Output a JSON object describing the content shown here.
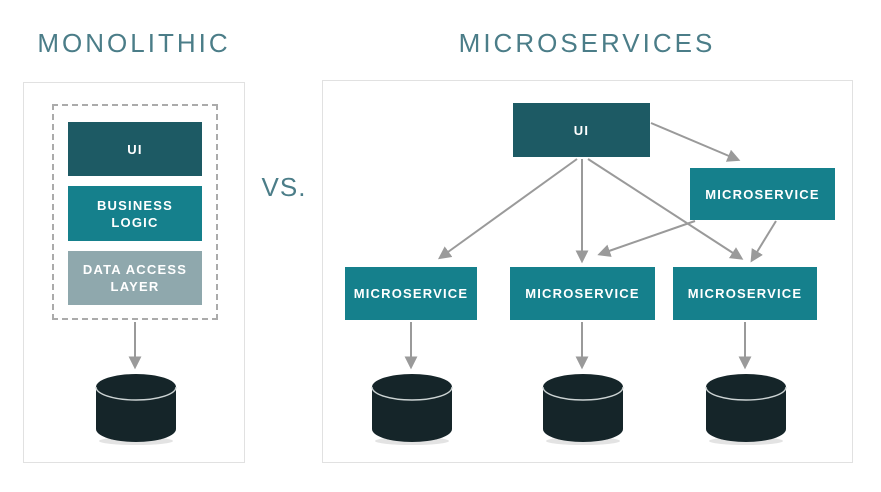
{
  "titles": {
    "left": "MONOLITHIC",
    "right": "MICROSERVICES",
    "versus": "VS."
  },
  "monolithic": {
    "layers": [
      {
        "label": "UI"
      },
      {
        "label": "BUSINESS\nLOGIC"
      },
      {
        "label": "DATA ACCESS\nLAYER"
      }
    ],
    "database_icon": "database-cylinder"
  },
  "microservices": {
    "ui_label": "UI",
    "gateway_service_label": "MICROSERVICE",
    "services": [
      "MICROSERVICE",
      "MICROSERVICE",
      "MICROSERVICE"
    ],
    "database_icons": [
      "database-cylinder",
      "database-cylinder",
      "database-cylinder"
    ]
  },
  "colors": {
    "dark_teal": "#1d5a64",
    "teal": "#15808c",
    "gray_teal": "#8fa8ad",
    "cylinder": "#152529",
    "heading": "#4b7d88",
    "arrow": "#9a9a9a",
    "panel_border": "#e1e1e1",
    "dashed_border": "#ababab"
  }
}
